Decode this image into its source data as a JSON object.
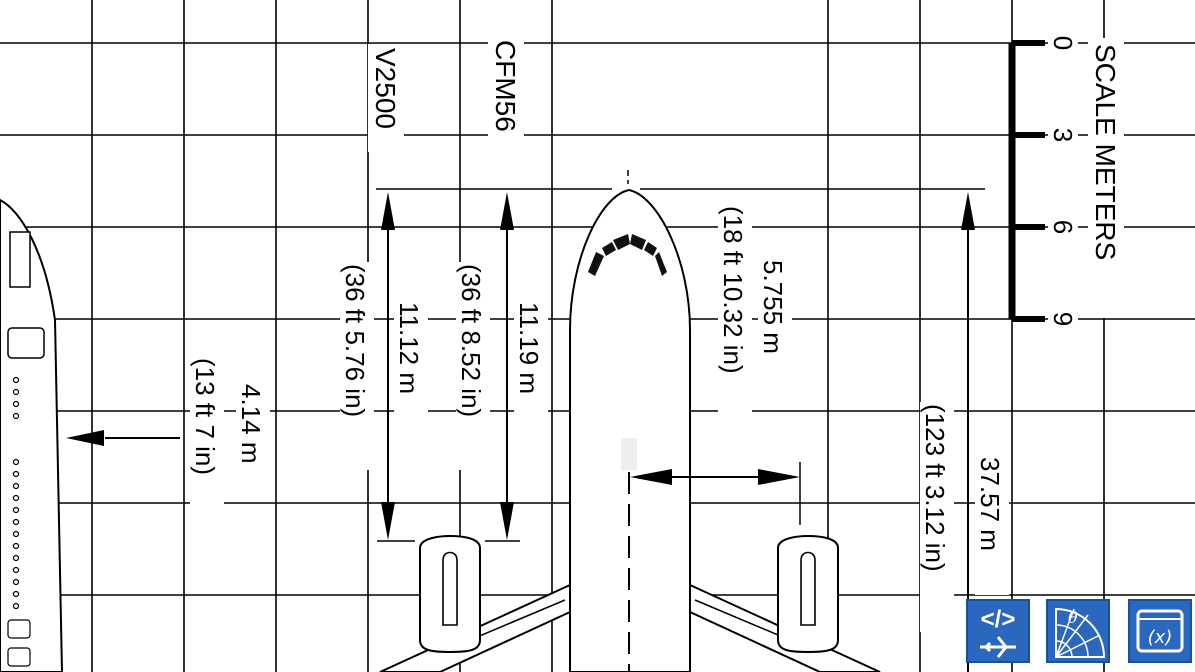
{
  "engines": {
    "engine_a": "V2500",
    "engine_b": "CFM56"
  },
  "scale": {
    "title": "SCALE METERS",
    "ticks": [
      "0",
      "3",
      "6",
      "9"
    ]
  },
  "dimensions": [
    {
      "id": "height_v2500",
      "metric": "11.12 m",
      "imperial": "(36 ft 5.76 in)"
    },
    {
      "id": "height_cfm56",
      "metric": "11.19 m",
      "imperial": "(36 ft 8.52 in)"
    },
    {
      "id": "nose_offset",
      "metric": "5.755 m",
      "imperial": "(18 ft 10.32 in)"
    },
    {
      "id": "overall",
      "metric": "37.57 m",
      "imperial": "(123 ft 3.12 in)"
    },
    {
      "id": "fuselage_clearance",
      "metric": "4.14 m",
      "imperial": "(13 ft 7 in)"
    }
  ],
  "toolbar": [
    {
      "id": "aircraft-code",
      "icon": "code-airplane-icon"
    },
    {
      "id": "angle-radar",
      "icon": "angle-radar-icon"
    },
    {
      "id": "variable-window",
      "icon": "function-window-icon",
      "text": "(x)"
    }
  ],
  "colors": {
    "toolbar_blue": "#2b67bd",
    "toolbar_border": "#1a4f9a",
    "ink": "#000000"
  }
}
